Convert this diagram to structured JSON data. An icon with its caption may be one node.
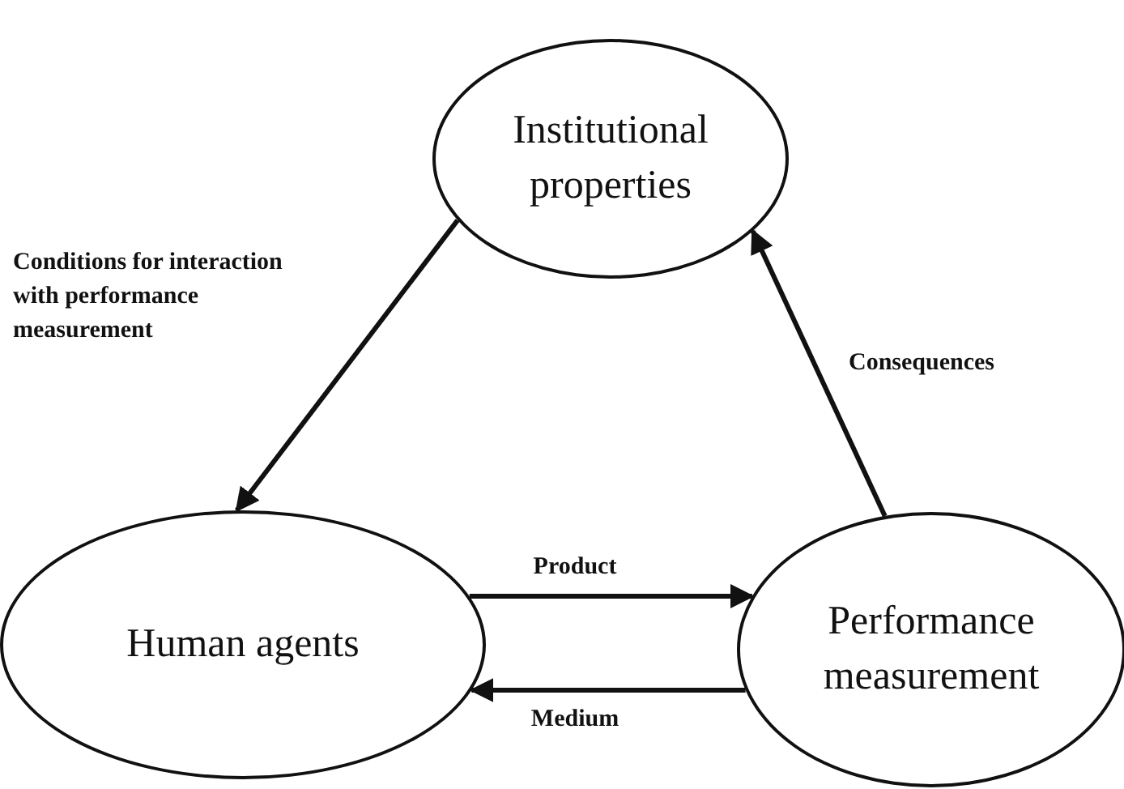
{
  "diagram": {
    "nodes": [
      {
        "text": [
          "Institutional properties"
        ]
      },
      {
        "text": [
          "Human agents"
        ]
      },
      {
        "text": [
          "Performance measurement"
        ]
      }
    ],
    "edges": [
      {
        "from": 0,
        "to": 1,
        "arrow": "to",
        "label": "Conditions for interaction with performance measurement"
      },
      {
        "from": 2,
        "to": 0,
        "arrow": "to",
        "label": "Consequences"
      },
      {
        "from": 1,
        "to": 2,
        "arrow": "to",
        "label": "Product"
      },
      {
        "from": 2,
        "to": 1,
        "arrow": "to",
        "label": "Medium"
      }
    ]
  }
}
